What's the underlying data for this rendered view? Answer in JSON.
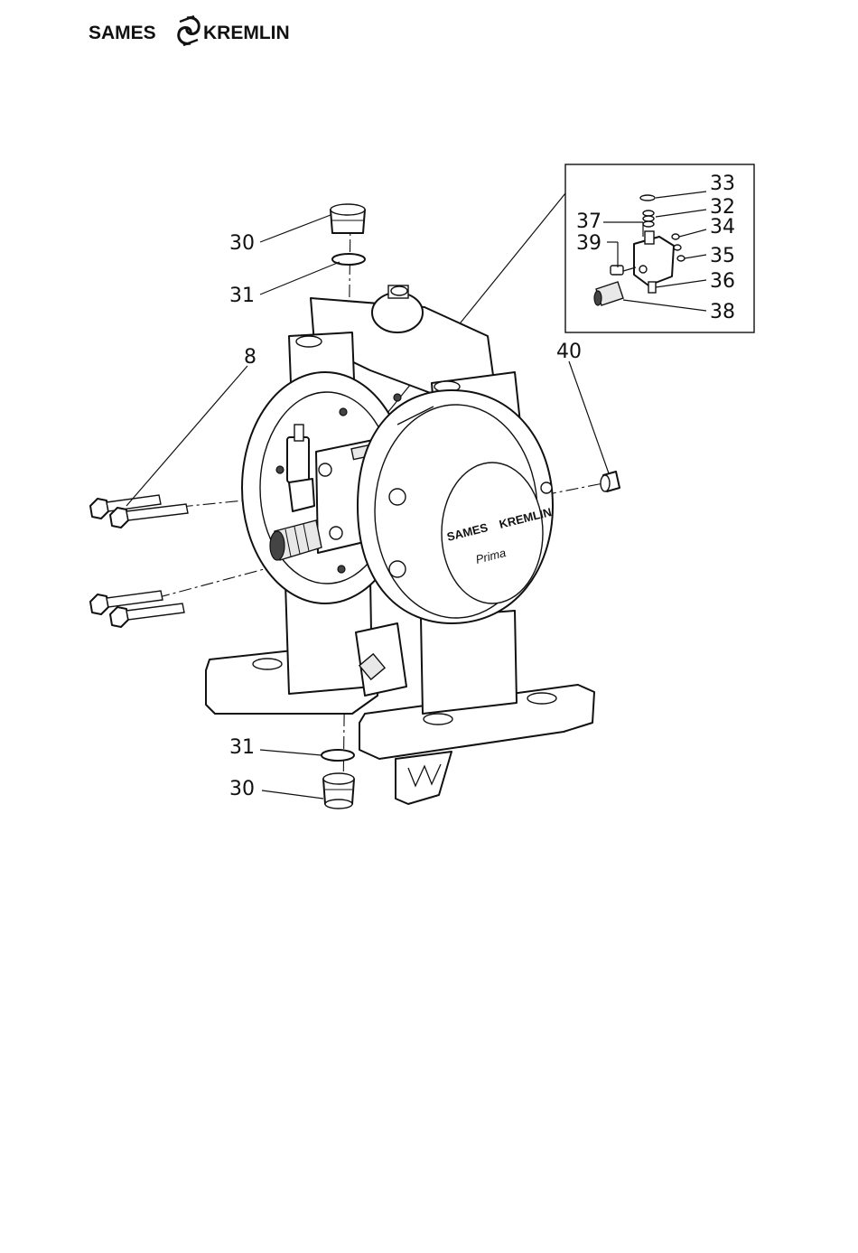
{
  "brand": {
    "left_word": "SAMES",
    "right_word": "KREMLIN",
    "logo_icon": "swirl-icon"
  },
  "pump_cover": {
    "brand_left": "SAMES",
    "brand_right": "KREMLIN",
    "model": "Prima"
  },
  "callouts": [
    {
      "id": "callout-30-top",
      "text": "30"
    },
    {
      "id": "callout-31-top",
      "text": "31"
    },
    {
      "id": "callout-8",
      "text": "8"
    },
    {
      "id": "callout-40",
      "text": "40"
    },
    {
      "id": "callout-31-bottom",
      "text": "31"
    },
    {
      "id": "callout-30-bottom",
      "text": "30"
    },
    {
      "id": "callout-33",
      "text": "33"
    },
    {
      "id": "callout-32",
      "text": "32"
    },
    {
      "id": "callout-37",
      "text": "37"
    },
    {
      "id": "callout-34",
      "text": "34"
    },
    {
      "id": "callout-39",
      "text": "39"
    },
    {
      "id": "callout-35",
      "text": "35"
    },
    {
      "id": "callout-36",
      "text": "36"
    },
    {
      "id": "callout-38",
      "text": "38"
    }
  ],
  "colors": {
    "line": "#111111",
    "background": "#ffffff"
  }
}
